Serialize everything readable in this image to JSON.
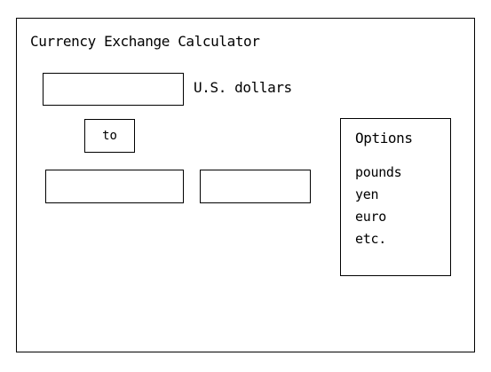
{
  "app": {
    "title": "Currency Exchange Calculator"
  },
  "source": {
    "value": "",
    "label": "U.S. dollars"
  },
  "convert": {
    "label": "to"
  },
  "result": {
    "amount_value": "",
    "currency_value": ""
  },
  "options": {
    "title": "Options",
    "items": [
      {
        "label": "pounds"
      },
      {
        "label": "yen"
      },
      {
        "label": "euro"
      },
      {
        "label": "etc."
      }
    ]
  }
}
